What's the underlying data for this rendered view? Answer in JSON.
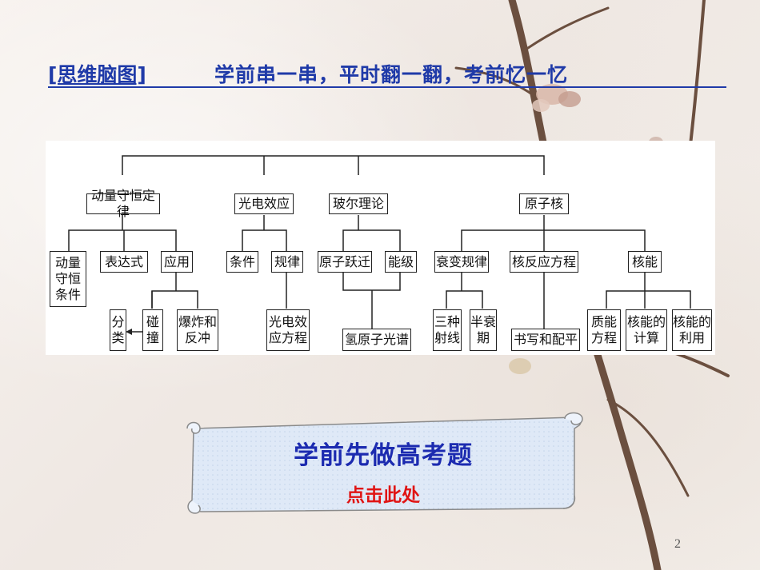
{
  "header": {
    "tag": "[思维脑图]",
    "title": "学前串一串，平时翻一翻，考前忆一忆"
  },
  "mindmap": {
    "level1": {
      "momentum": "动量守恒定律",
      "photoelectric": "光电效应",
      "bohr": "玻尔理论",
      "nucleus": "原子核"
    },
    "level2": {
      "conservation_conditions": "动量\n守恒\n条件",
      "expression": "表达式",
      "application": "应用",
      "conditions": "条件",
      "laws": "规律",
      "transition": "原子跃迁",
      "energy_level": "能级",
      "decay_law": "衰变规律",
      "nuclear_equation": "核反应方程",
      "nuclear_energy": "核能"
    },
    "level3": {
      "classification": "分\n类",
      "collision": "碰\n撞",
      "explosion_recoil": "爆炸和\n反冲",
      "photoelectric_equation": "光电效\n应方程",
      "hydrogen_spectrum": "氢原子光谱",
      "three_rays": "三种\n射线",
      "half_life": "半衰\n期",
      "writing_balancing": "书写和配平",
      "mass_energy_equation": "质能\n方程",
      "energy_calculation": "核能的\n计算",
      "energy_utilization": "核能的\n利用"
    }
  },
  "scroll": {
    "title": "学前先做高考题",
    "link": "点击此处"
  },
  "page_number": "2",
  "colors": {
    "header_blue": "#1f3aa8",
    "scroll_title_blue": "#1c2bb0",
    "link_red": "#e01414",
    "scroll_fill": "#dfe9f7"
  }
}
